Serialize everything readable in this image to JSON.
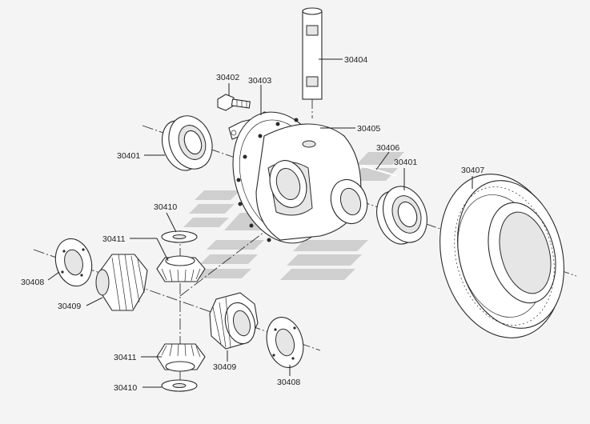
{
  "diagram": {
    "labels": [
      {
        "id": "lbl-30404",
        "text": "30404"
      },
      {
        "id": "lbl-30402",
        "text": "30402"
      },
      {
        "id": "lbl-30403",
        "text": "30403"
      },
      {
        "id": "lbl-30405",
        "text": "30405"
      },
      {
        "id": "lbl-30406",
        "text": "30406"
      },
      {
        "id": "lbl-30401a",
        "text": "30401"
      },
      {
        "id": "lbl-30401b",
        "text": "30401"
      },
      {
        "id": "lbl-30407",
        "text": "30407"
      },
      {
        "id": "lbl-30410a",
        "text": "30410"
      },
      {
        "id": "lbl-30411a",
        "text": "30411"
      },
      {
        "id": "lbl-30408a",
        "text": "30408"
      },
      {
        "id": "lbl-30409a",
        "text": "30409"
      },
      {
        "id": "lbl-30409b",
        "text": "30409"
      },
      {
        "id": "lbl-30411b",
        "text": "30411"
      },
      {
        "id": "lbl-30408b",
        "text": "30408"
      },
      {
        "id": "lbl-30410b",
        "text": "30410"
      }
    ],
    "watermark_color": "#c9c9c9"
  }
}
